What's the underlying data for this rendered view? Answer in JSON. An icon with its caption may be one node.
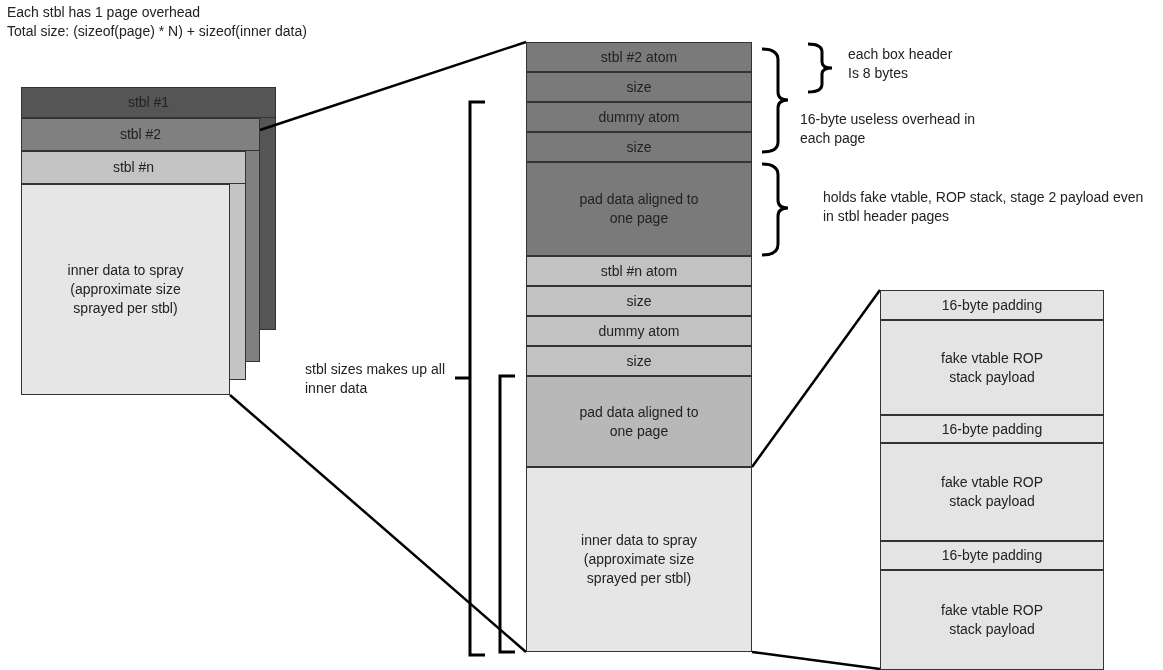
{
  "diagram": {
    "nodes": [
      {
        "text": [
          "stbl #1"
        ]
      },
      {
        "text": [
          "stbl #2"
        ]
      },
      {
        "text": [
          "stbl #n"
        ]
      },
      {
        "text": [
          "inner data to spray (approximate size sprayed per stbl)"
        ]
      },
      {
        "text": [
          "stbl #2 atom"
        ]
      },
      {
        "text": [
          "size"
        ]
      },
      {
        "text": [
          "dummy atom"
        ]
      },
      {
        "text": [
          "size"
        ]
      },
      {
        "text": [
          "pad data aligned to one page"
        ]
      },
      {
        "text": [
          "stbl #n atom"
        ]
      },
      {
        "text": [
          "size"
        ]
      },
      {
        "text": [
          "dummy atom"
        ]
      },
      {
        "text": [
          "size"
        ]
      },
      {
        "text": [
          "pad data aligned to one page"
        ]
      },
      {
        "text": [
          "inner data to spray (approximate size sprayed per stbl)"
        ]
      },
      {
        "text": [
          "16-byte padding"
        ]
      },
      {
        "text": [
          "fake vtable ROP stack payload"
        ]
      },
      {
        "text": [
          "16-byte padding"
        ]
      },
      {
        "text": [
          "fake vtable ROP stack payload"
        ]
      },
      {
        "text": [
          "16-byte padding"
        ]
      },
      {
        "text": [
          "fake vtable ROP stack payload"
        ]
      }
    ],
    "edges": [
      {
        "from": 1,
        "to": 4,
        "arrow": "none"
      },
      {
        "from": 3,
        "to": 14,
        "arrow": "none"
      },
      {
        "from": 13,
        "to": 15,
        "arrow": "none"
      },
      {
        "from": 14,
        "to": 20,
        "arrow": "none"
      }
    ],
    "labels": [
      "Each stbl has 1 page overhead",
      "Total size: (sizeof(page) * N) + sizeof(inner data)",
      "each box header Is 8 bytes",
      "16-byte useless overhead in each page",
      "holds fake vtable, ROP stack, stage 2 payload even in stbl header pages",
      "stbl sizes makes up all inner data"
    ]
  }
}
